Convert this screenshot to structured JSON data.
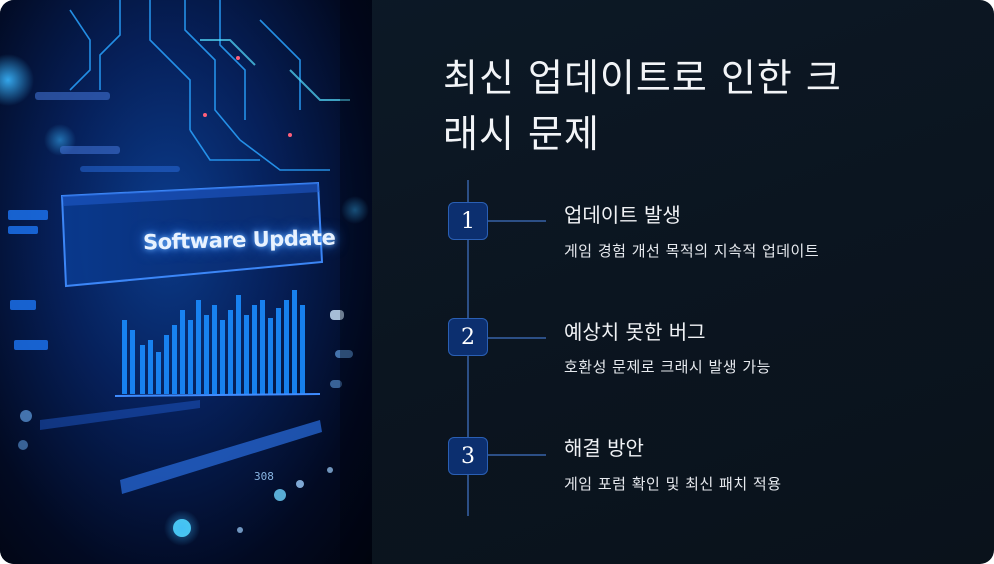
{
  "photo": {
    "caption": "Software Update",
    "readout": "308"
  },
  "title": {
    "line1": "최신 업데이트로 인한 크",
    "line2": "래시 문제"
  },
  "steps": [
    {
      "number": "1",
      "title": "업데이트 발생",
      "description": "게임 경험 개선 목적의 지속적 업데이트"
    },
    {
      "number": "2",
      "title": "예상치 못한 버그",
      "description": "호환성 문제로 크래시 발생 가능"
    },
    {
      "number": "3",
      "title": "해결 방안",
      "description": "게임 포럼 확인 및 최신 패치 적용"
    }
  ],
  "colors": {
    "background": "#0b1520",
    "marker": "#0c2f6f",
    "timeline": "#2c4f86",
    "text": "#f0f2f5"
  }
}
